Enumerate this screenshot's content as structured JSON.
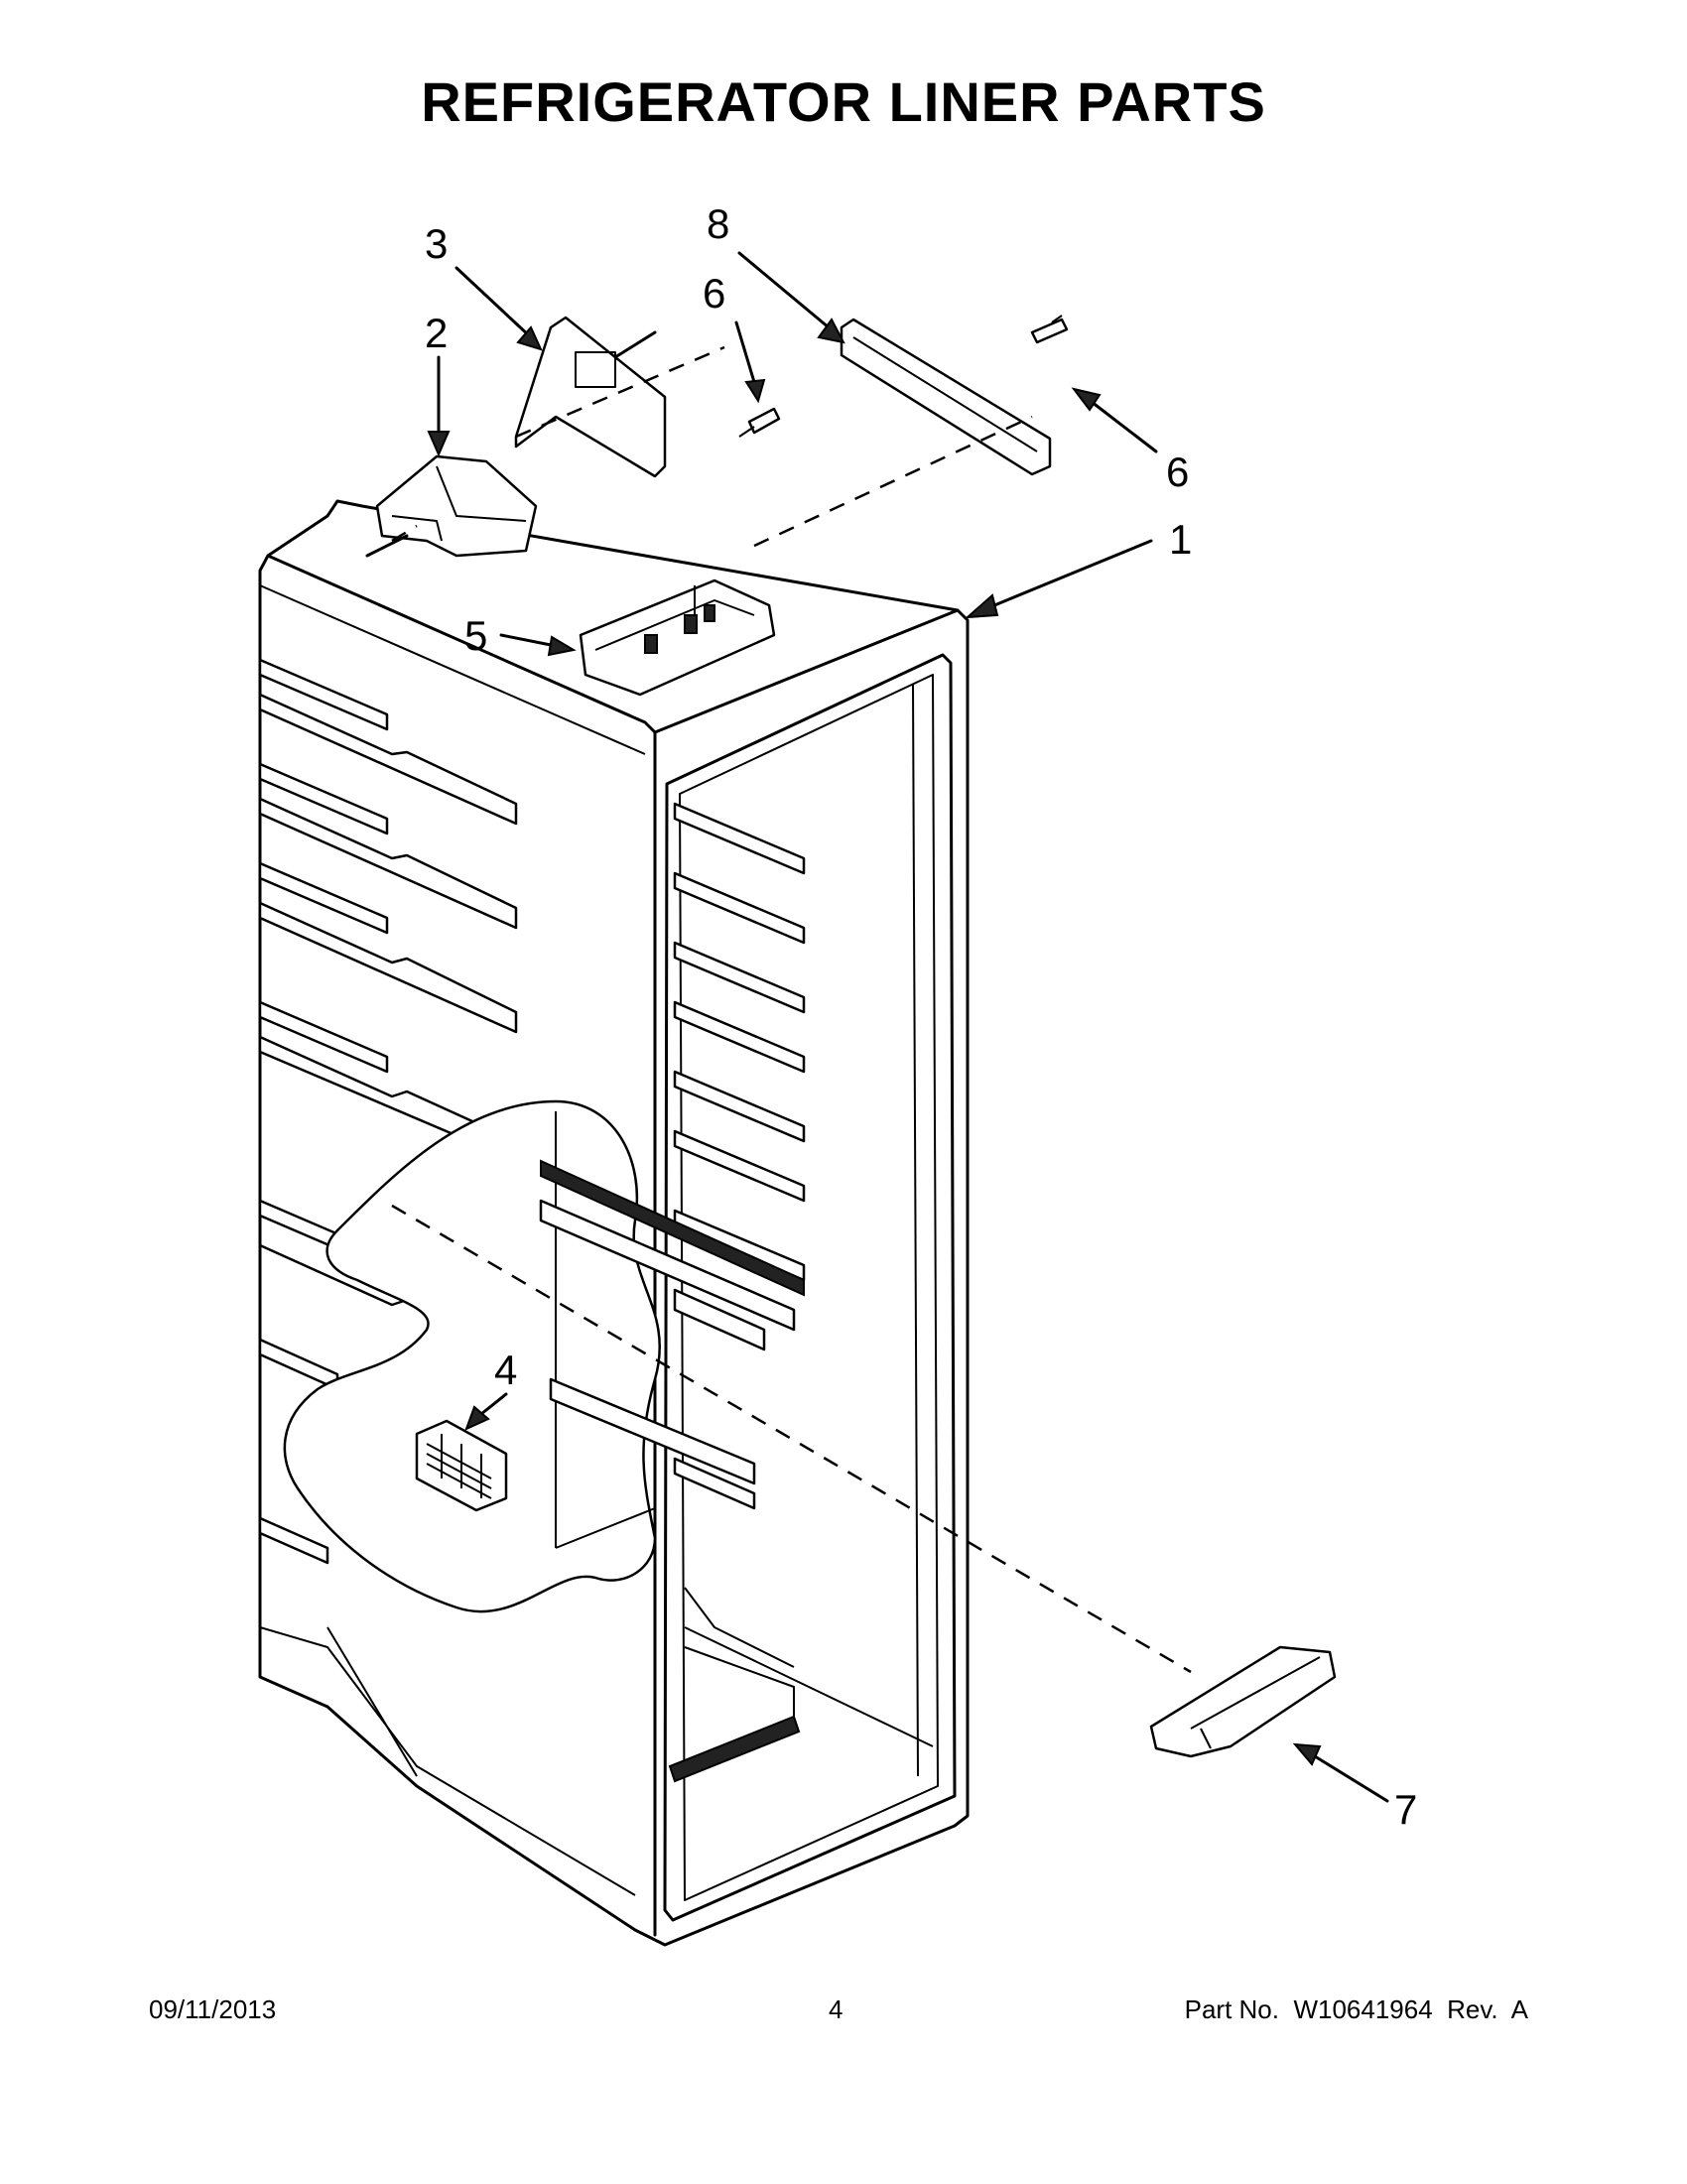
{
  "title": "REFRIGERATOR LINER PARTS",
  "callouts": [
    "1",
    "2",
    "3",
    "4",
    "5",
    "6",
    "6",
    "7",
    "8"
  ],
  "footer": {
    "date": "09/11/2013",
    "page": "4",
    "part_number": "Part No.  W10641964  Rev.  A"
  }
}
